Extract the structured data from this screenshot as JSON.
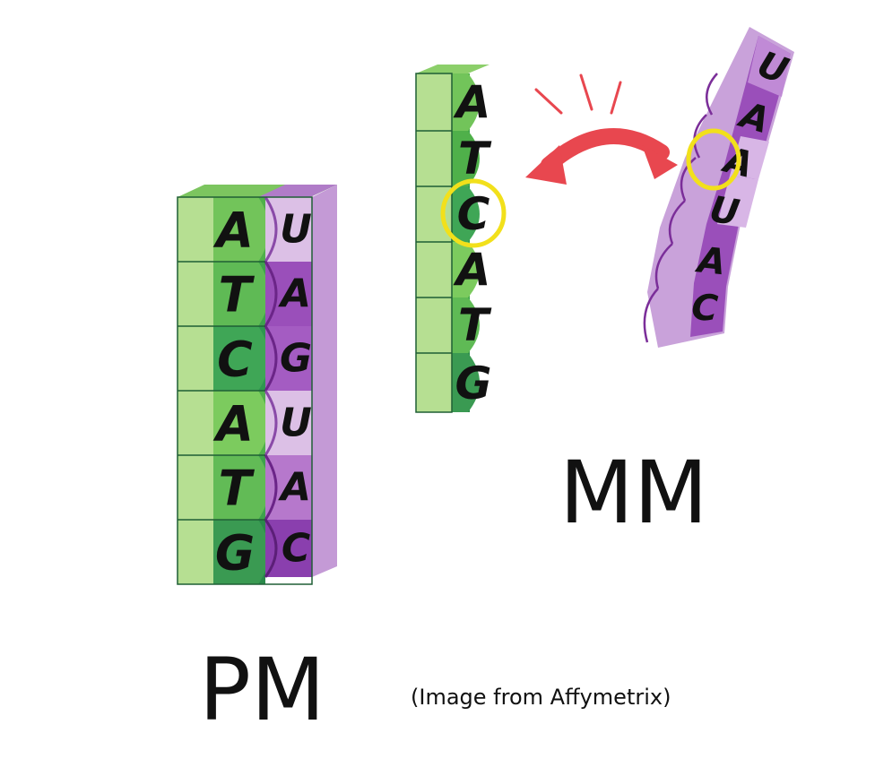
{
  "labels": {
    "pm": "PM",
    "mm": "MM",
    "credit": "(Image from Affymetrix)"
  },
  "pm_probe": {
    "dna": [
      "A",
      "T",
      "C",
      "A",
      "T",
      "G"
    ],
    "rna": [
      "U",
      "A",
      "G",
      "U",
      "A",
      "C"
    ]
  },
  "mm_probe": {
    "dna": [
      "A",
      "T",
      "C",
      "A",
      "T",
      "G"
    ],
    "mismatch_base": "C"
  },
  "mm_target": {
    "rna": [
      "U",
      "A",
      "A",
      "U",
      "A",
      "C"
    ],
    "mismatch_base": "A"
  },
  "colors": {
    "green_light": "#a9d98a",
    "green_mid": "#57b84a",
    "green_dark": "#2f8f4a",
    "purple_light": "#d9b8e3",
    "purple_mid": "#a75cc2",
    "purple_dark": "#7b2e99",
    "highlight": "#f2e01b",
    "arrow": "#e8474f"
  }
}
